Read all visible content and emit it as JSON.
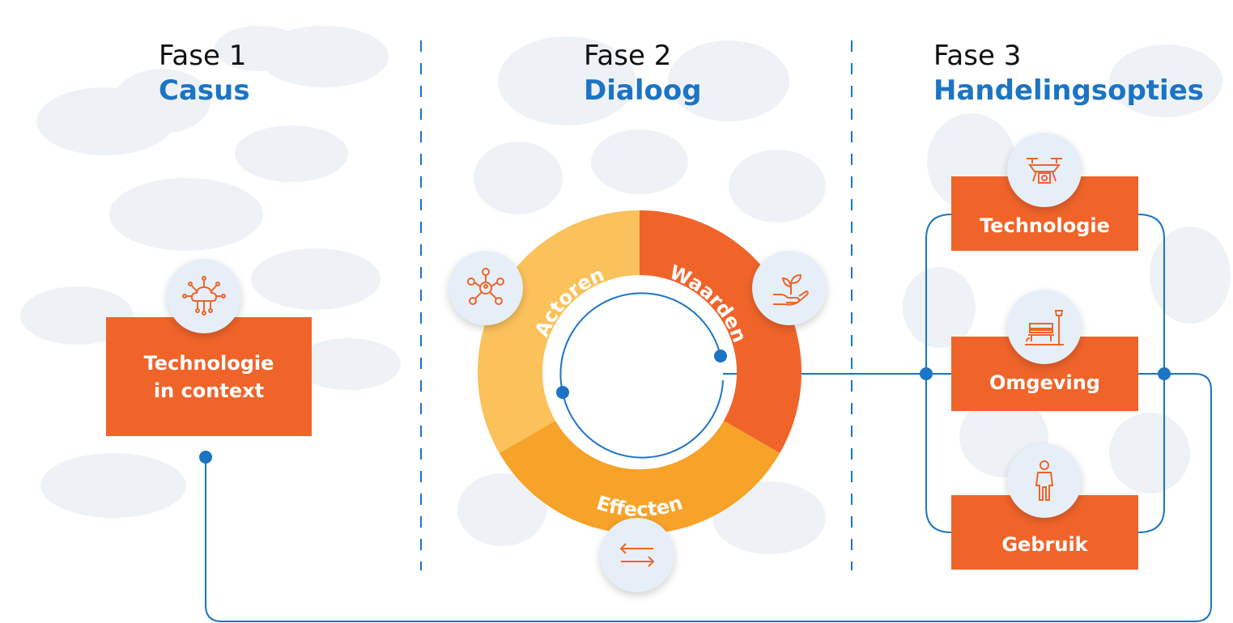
{
  "phases": [
    {
      "label": "Fase 1",
      "title": "Casus"
    },
    {
      "label": "Fase 2",
      "title": "Dialoog"
    },
    {
      "label": "Fase 3",
      "title": "Handelingsopties"
    }
  ],
  "casus": {
    "line1": "Technologie",
    "line2": "in context",
    "icon": "cloud-network-icon"
  },
  "ring": {
    "segments": [
      "Actoren",
      "Waarden",
      "Effecten"
    ],
    "icons": [
      "network-people-icon",
      "hand-plant-icon",
      "exchange-arrows-icon"
    ]
  },
  "options": [
    {
      "label": "Technologie",
      "icon": "drone-icon"
    },
    {
      "label": "Omgeving",
      "icon": "bench-streetlamp-icon"
    },
    {
      "label": "Gebruik",
      "icon": "person-icon"
    }
  ],
  "colors": {
    "orange": "#f0642a",
    "yellow": "#fbc15b",
    "amber": "#f7a228",
    "blue": "#1c74c4",
    "badge": "#e6eff8"
  }
}
